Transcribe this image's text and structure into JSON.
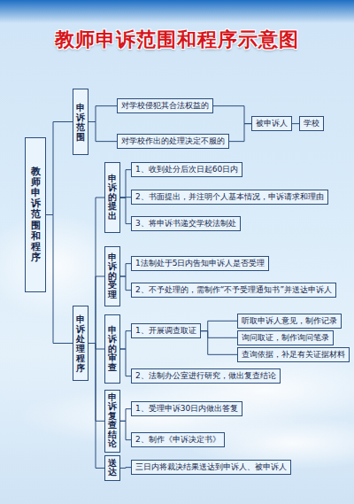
{
  "diagram": {
    "title": "教师申诉范围和程序示意图",
    "nodes": [
      {
        "text": [
          "教师申诉范围和程序"
        ]
      },
      {
        "text": [
          "申诉范围"
        ]
      },
      {
        "text": [
          "对学校侵犯其合法权益的"
        ]
      },
      {
        "text": [
          "对学校作出的处理决定不服的"
        ]
      },
      {
        "text": [
          "被申诉人"
        ]
      },
      {
        "text": [
          "学校"
        ]
      },
      {
        "text": [
          "申诉处理程序"
        ]
      },
      {
        "text": [
          "申诉的提出"
        ]
      },
      {
        "text": [
          "1、收到处分后次日起60日内"
        ]
      },
      {
        "text": [
          "2、书面提出，并注明个人基本情况，申诉请求和理由"
        ]
      },
      {
        "text": [
          "3、将申诉书递交学校法制处"
        ]
      },
      {
        "text": [
          "申诉的受理"
        ]
      },
      {
        "text": [
          "1法制处于5日内告知申诉人是否受理"
        ]
      },
      {
        "text": [
          "2、不予处理的，需制作“不予受理通知书”并送达申诉人"
        ]
      },
      {
        "text": [
          "申诉的审查"
        ]
      },
      {
        "text": [
          "1、开展调查取证"
        ]
      },
      {
        "text": [
          "听取申诉人意见，制作记录"
        ]
      },
      {
        "text": [
          "询问取证，制作询问笔录"
        ]
      },
      {
        "text": [
          "查询依据，补足有关证据材料"
        ]
      },
      {
        "text": [
          "2、法制办公室进行研究，做出复查结论"
        ]
      },
      {
        "text": [
          "申诉复查结论"
        ]
      },
      {
        "text": [
          "1、受理申诉30日内做出答复"
        ]
      },
      {
        "text": [
          "2、制作《申诉决定书》"
        ]
      },
      {
        "text": [
          "送达"
        ]
      },
      {
        "text": [
          "三日内将裁决结果送达到申诉人、被申诉人"
        ]
      }
    ],
    "edges": [
      {
        "from": 0,
        "to": 1,
        "arrow": "none"
      },
      {
        "from": 0,
        "to": 6,
        "arrow": "none"
      },
      {
        "from": 1,
        "to": 2,
        "arrow": "none"
      },
      {
        "from": 1,
        "to": 3,
        "arrow": "none"
      },
      {
        "from": 2,
        "to": 4,
        "arrow": "none"
      },
      {
        "from": 3,
        "to": 4,
        "arrow": "none"
      },
      {
        "from": 4,
        "to": 5,
        "arrow": "none"
      },
      {
        "from": 6,
        "to": 7,
        "arrow": "none"
      },
      {
        "from": 7,
        "to": 8,
        "arrow": "none"
      },
      {
        "from": 7,
        "to": 9,
        "arrow": "none"
      },
      {
        "from": 7,
        "to": 10,
        "arrow": "none"
      },
      {
        "from": 6,
        "to": 11,
        "arrow": "none"
      },
      {
        "from": 11,
        "to": 12,
        "arrow": "none"
      },
      {
        "from": 11,
        "to": 13,
        "arrow": "none"
      },
      {
        "from": 6,
        "to": 14,
        "arrow": "none"
      },
      {
        "from": 14,
        "to": 15,
        "arrow": "none"
      },
      {
        "from": 15,
        "to": 16,
        "arrow": "none"
      },
      {
        "from": 15,
        "to": 17,
        "arrow": "none"
      },
      {
        "from": 15,
        "to": 18,
        "arrow": "none"
      },
      {
        "from": 14,
        "to": 19,
        "arrow": "none"
      },
      {
        "from": 6,
        "to": 20,
        "arrow": "none"
      },
      {
        "from": 20,
        "to": 21,
        "arrow": "none"
      },
      {
        "from": 20,
        "to": 22,
        "arrow": "none"
      },
      {
        "from": 6,
        "to": 23,
        "arrow": "none"
      },
      {
        "from": 23,
        "to": 24,
        "arrow": "none"
      }
    ]
  }
}
